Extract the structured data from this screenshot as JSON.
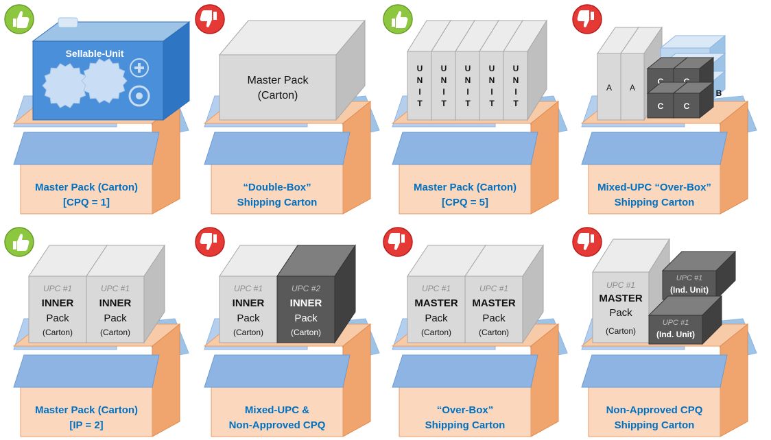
{
  "colors": {
    "approved": "#8dc63f",
    "rejected": "#e53935",
    "caption": "#0070c0",
    "carton": "#f5b383",
    "flap": "#8db4e2",
    "unit_blue": "#4a8fd9"
  },
  "panels": [
    {
      "verdict": "approved",
      "icon": "thumbs-up-icon",
      "caption": [
        "Master Pack (Carton)",
        "[CPQ = 1]"
      ],
      "content": {
        "type": "sellable-unit",
        "title": "Sellable-Unit"
      }
    },
    {
      "verdict": "rejected",
      "icon": "thumbs-down-icon",
      "caption": [
        "“Double-Box”",
        "Shipping Carton"
      ],
      "content": {
        "type": "master-pack",
        "lines": [
          "Master Pack",
          "(Carton)"
        ]
      }
    },
    {
      "verdict": "approved",
      "icon": "thumbs-up-icon",
      "caption": [
        "Master Pack (Carton)",
        "[CPQ = 5]"
      ],
      "content": {
        "type": "units",
        "count": 5,
        "letters": [
          "U",
          "N",
          "I",
          "T"
        ]
      }
    },
    {
      "verdict": "rejected",
      "icon": "thumbs-down-icon",
      "caption": [
        "Mixed-UPC “Over-Box”",
        "Shipping Carton"
      ],
      "content": {
        "type": "mixed",
        "a": "A",
        "b": "B",
        "c": "C"
      }
    },
    {
      "verdict": "approved",
      "icon": "thumbs-up-icon",
      "caption": [
        "Master Pack (Carton)",
        "[IP = 2]"
      ],
      "content": {
        "type": "two-packs",
        "packs": [
          {
            "upc": "UPC #1",
            "l1": "INNER",
            "l2": "Pack",
            "l3": "(Carton)",
            "dark": false
          },
          {
            "upc": "UPC #1",
            "l1": "INNER",
            "l2": "Pack",
            "l3": "(Carton)",
            "dark": false
          }
        ]
      }
    },
    {
      "verdict": "rejected",
      "icon": "thumbs-down-icon",
      "caption": [
        "Mixed-UPC &",
        "Non-Approved CPQ"
      ],
      "content": {
        "type": "two-packs",
        "packs": [
          {
            "upc": "UPC #1",
            "l1": "INNER",
            "l2": "Pack",
            "l3": "(Carton)",
            "dark": false
          },
          {
            "upc": "UPC #2",
            "l1": "INNER",
            "l2": "Pack",
            "l3": "(Carton)",
            "dark": true
          }
        ]
      }
    },
    {
      "verdict": "rejected",
      "icon": "thumbs-down-icon",
      "caption": [
        "“Over-Box”",
        "Shipping Carton"
      ],
      "content": {
        "type": "two-packs",
        "packs": [
          {
            "upc": "UPC #1",
            "l1": "MASTER",
            "l2": "Pack",
            "l3": "(Carton)",
            "dark": false
          },
          {
            "upc": "UPC #1",
            "l1": "MASTER",
            "l2": "Pack",
            "l3": "(Carton)",
            "dark": false
          }
        ]
      }
    },
    {
      "verdict": "rejected",
      "icon": "thumbs-down-icon",
      "caption": [
        "Non-Approved CPQ",
        "Shipping Carton"
      ],
      "content": {
        "type": "master-plus-units",
        "master": {
          "upc": "UPC #1",
          "l1": "MASTER",
          "l2": "Pack",
          "l3": "(Carton)"
        },
        "units": [
          {
            "upc": "UPC #1",
            "label": "(Ind. Unit)"
          },
          {
            "upc": "UPC #1",
            "label": "(Ind. Unit)"
          }
        ]
      }
    }
  ]
}
